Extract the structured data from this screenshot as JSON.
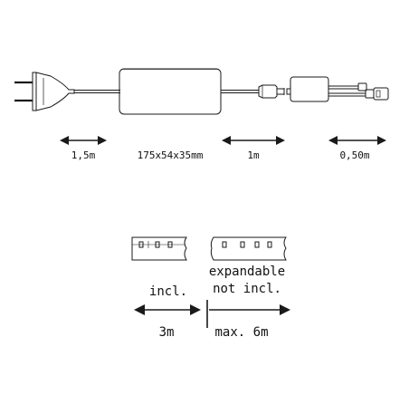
{
  "diagram": {
    "dimensions": {
      "plug_cable": "1,5m",
      "power_supply": "175x54x35mm",
      "connection_cable": "1m",
      "controller_cable": "0,50m"
    },
    "strip": {
      "included_label": "incl.",
      "included_length": "3m",
      "expandable_label_line1": "expandable",
      "expandable_label_line2": "not incl.",
      "max_length": "max. 6m"
    }
  },
  "colors": {
    "stroke": "#1a1a1a",
    "text": "#111111",
    "background": "#ffffff"
  }
}
